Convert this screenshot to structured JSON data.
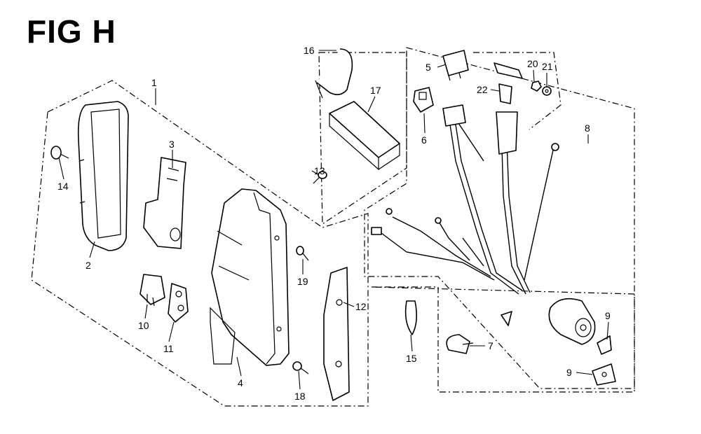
{
  "figure": {
    "title": "FIG H"
  },
  "parts": [
    {
      "id": "p1",
      "label": "1"
    },
    {
      "id": "p2",
      "label": "2"
    },
    {
      "id": "p3",
      "label": "3"
    },
    {
      "id": "p4",
      "label": "4"
    },
    {
      "id": "p5",
      "label": "5"
    },
    {
      "id": "p6",
      "label": "6"
    },
    {
      "id": "p7",
      "label": "7"
    },
    {
      "id": "p8",
      "label": "8"
    },
    {
      "id": "p9a",
      "label": "9"
    },
    {
      "id": "p9b",
      "label": "9"
    },
    {
      "id": "p10",
      "label": "10"
    },
    {
      "id": "p11",
      "label": "11"
    },
    {
      "id": "p12",
      "label": "12"
    },
    {
      "id": "p13",
      "label": "13"
    },
    {
      "id": "p14",
      "label": "14"
    },
    {
      "id": "p15",
      "label": "15"
    },
    {
      "id": "p16",
      "label": "16"
    },
    {
      "id": "p17",
      "label": "17"
    },
    {
      "id": "p18",
      "label": "18"
    },
    {
      "id": "p19",
      "label": "19"
    },
    {
      "id": "p20",
      "label": "20"
    },
    {
      "id": "p21",
      "label": "21"
    },
    {
      "id": "p22",
      "label": "22"
    }
  ]
}
